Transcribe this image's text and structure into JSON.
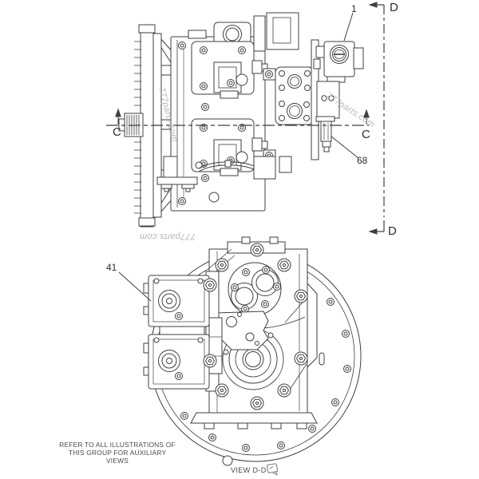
{
  "colors": {
    "background": "#ffffff",
    "line": "#3f3f3f",
    "text": "#2e2e2e",
    "muted_text": "#4a4a4a",
    "watermark": "#b6b6b6"
  },
  "labels": {
    "section_d_top": "D",
    "section_d_bottom": "D",
    "section_c_left": "C",
    "section_c_right": "C",
    "callout_1": "1",
    "callout_68": "68",
    "callout_41": "41",
    "view_caption": "VIEW D-D",
    "footnote_line1": "REFER TO ALL ILLUSTRATIONS OF",
    "footnote_line2": "THIS GROUP FOR AUXILIARY VIEWS",
    "watermark": "777parts.com"
  }
}
